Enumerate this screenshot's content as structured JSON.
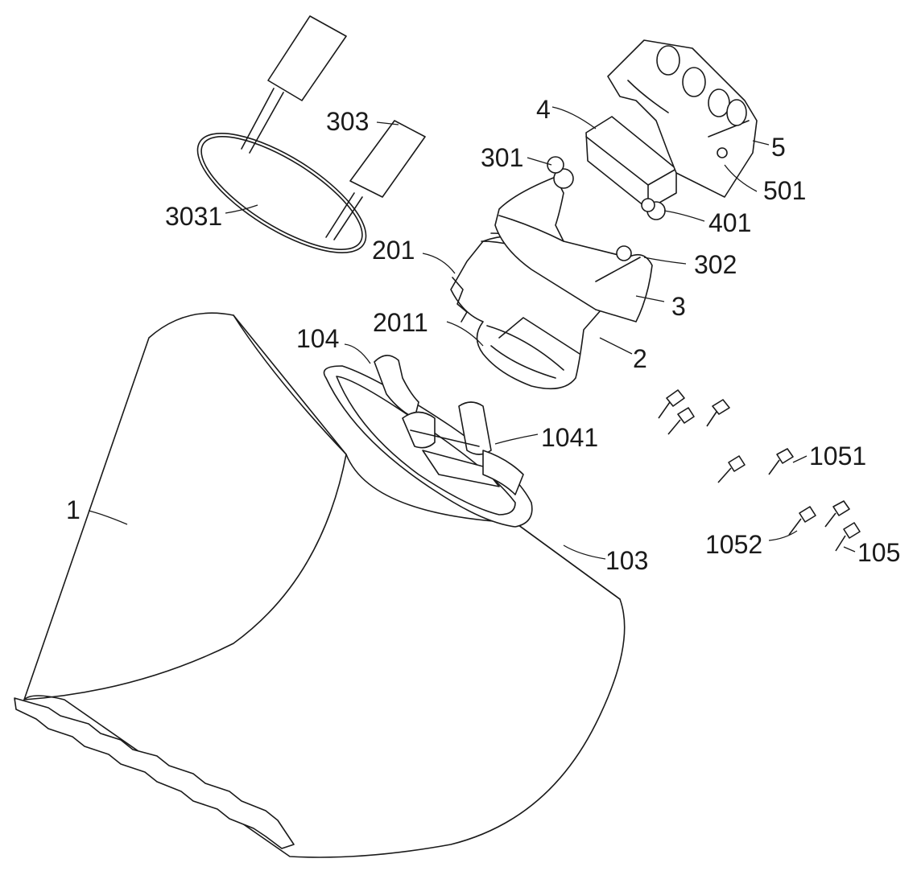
{
  "figure": {
    "labels": {
      "l1": "1",
      "l2": "2",
      "l3": "3",
      "l4": "4",
      "l5": "5",
      "l103": "103",
      "l104": "104",
      "l105": "105",
      "l201": "201",
      "l301": "301",
      "l302": "302",
      "l303": "303",
      "l401": "401",
      "l501": "501",
      "l1041": "1041",
      "l1051": "1051",
      "l1052": "1052",
      "l2011": "2011",
      "l3031": "3031"
    }
  }
}
